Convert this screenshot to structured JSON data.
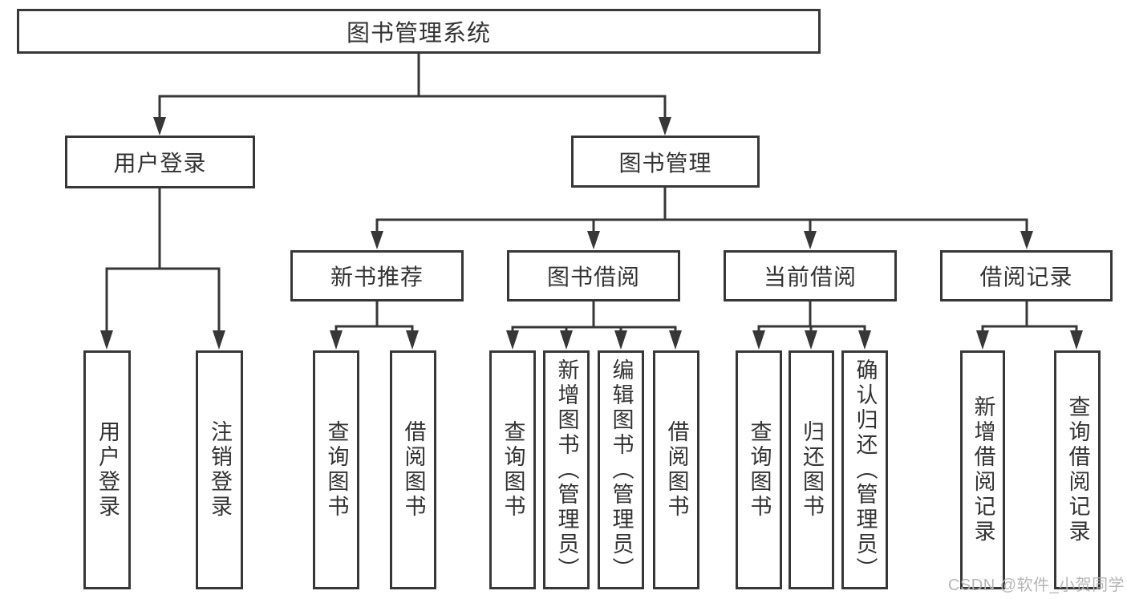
{
  "tree": {
    "root": {
      "label": "图书管理系统",
      "children": [
        {
          "label": "用户登录",
          "children": [
            {
              "label": "用户登录"
            },
            {
              "label": "注销登录"
            }
          ]
        },
        {
          "label": "图书管理",
          "children": [
            {
              "label": "新书推荐",
              "children": [
                {
                  "label": "查询图书"
                },
                {
                  "label": "借阅图书"
                }
              ]
            },
            {
              "label": "图书借阅",
              "children": [
                {
                  "label": "查询图书"
                },
                {
                  "label": "新增图书（管理员）"
                },
                {
                  "label": "编辑图书（管理员）"
                },
                {
                  "label": "借阅图书"
                }
              ]
            },
            {
              "label": "当前借阅",
              "children": [
                {
                  "label": "查询图书"
                },
                {
                  "label": "归还图书"
                },
                {
                  "label": "确认归还（管理员）"
                }
              ]
            },
            {
              "label": "借阅记录",
              "children": [
                {
                  "label": "新增借阅记录"
                },
                {
                  "label": "查询借阅记录"
                }
              ]
            }
          ]
        }
      ]
    }
  },
  "watermark": {
    "text": "CSDN @软件_小贺同学"
  },
  "colors": {
    "line": "#373737",
    "text": "#333333",
    "watermark_text": "#b5b5b5",
    "background": "#ffffff"
  }
}
